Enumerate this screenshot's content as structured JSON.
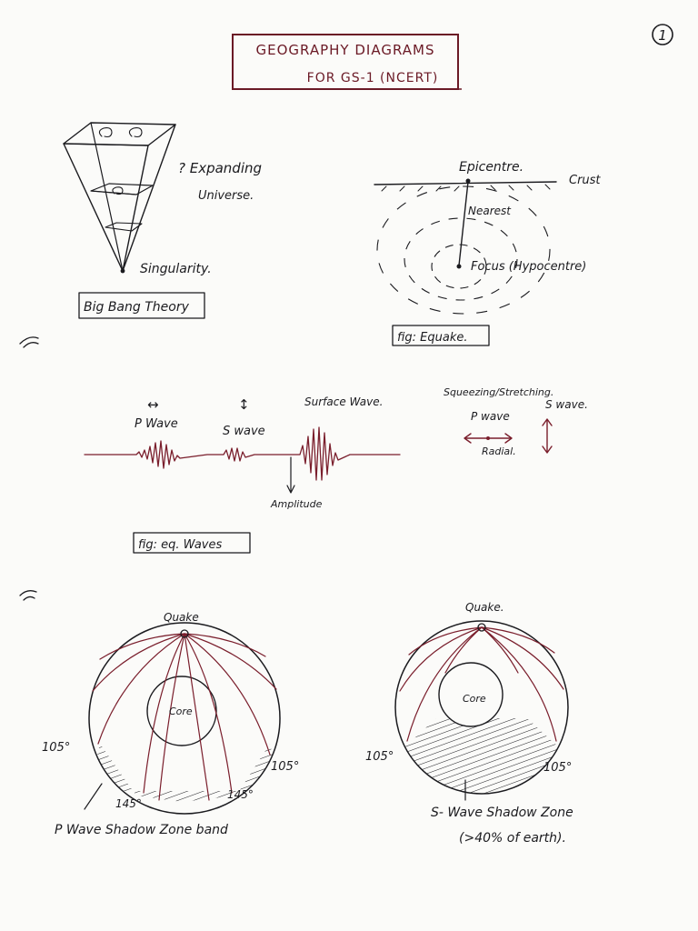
{
  "page_number": "1",
  "title": {
    "line1": "GEOGRAPHY DIAGRAMS",
    "line2": "FOR GS-1 (NCERT)"
  },
  "big_bang": {
    "note_line1": "? Expanding",
    "note_line2": "Universe.",
    "singularity": "Singularity.",
    "caption": "Big Bang Theory"
  },
  "quake": {
    "epicentre": "Epicentre.",
    "crust": "Crust",
    "nearest": "Nearest",
    "focus": "Focus (Hypocentre)",
    "caption": "fig: Equake."
  },
  "waves": {
    "p_arrow": "↔",
    "s_arrow": "↕",
    "p_wave": "P Wave",
    "s_wave": "S wave",
    "surface_wave": "Surface Wave.",
    "amplitude": "Amplitude",
    "squeezing": "Squeezing/Stretching.",
    "p_wave_right": "P wave",
    "s_wave_right": "S wave.",
    "radial": "Radial.",
    "caption": "fig: eq. Waves"
  },
  "p_shadow": {
    "quake": "Quake",
    "core": "Core",
    "left_105": "105°",
    "right_105": "105°",
    "left_145": "145°",
    "right_145": "145°",
    "caption": "P Wave Shadow Zone band"
  },
  "s_shadow": {
    "quake": "Quake.",
    "core": "Core",
    "left_105": "105°",
    "right_105": "105°",
    "caption_line1": "S- Wave Shadow Zone",
    "caption_line2": "(>40% of earth)."
  }
}
